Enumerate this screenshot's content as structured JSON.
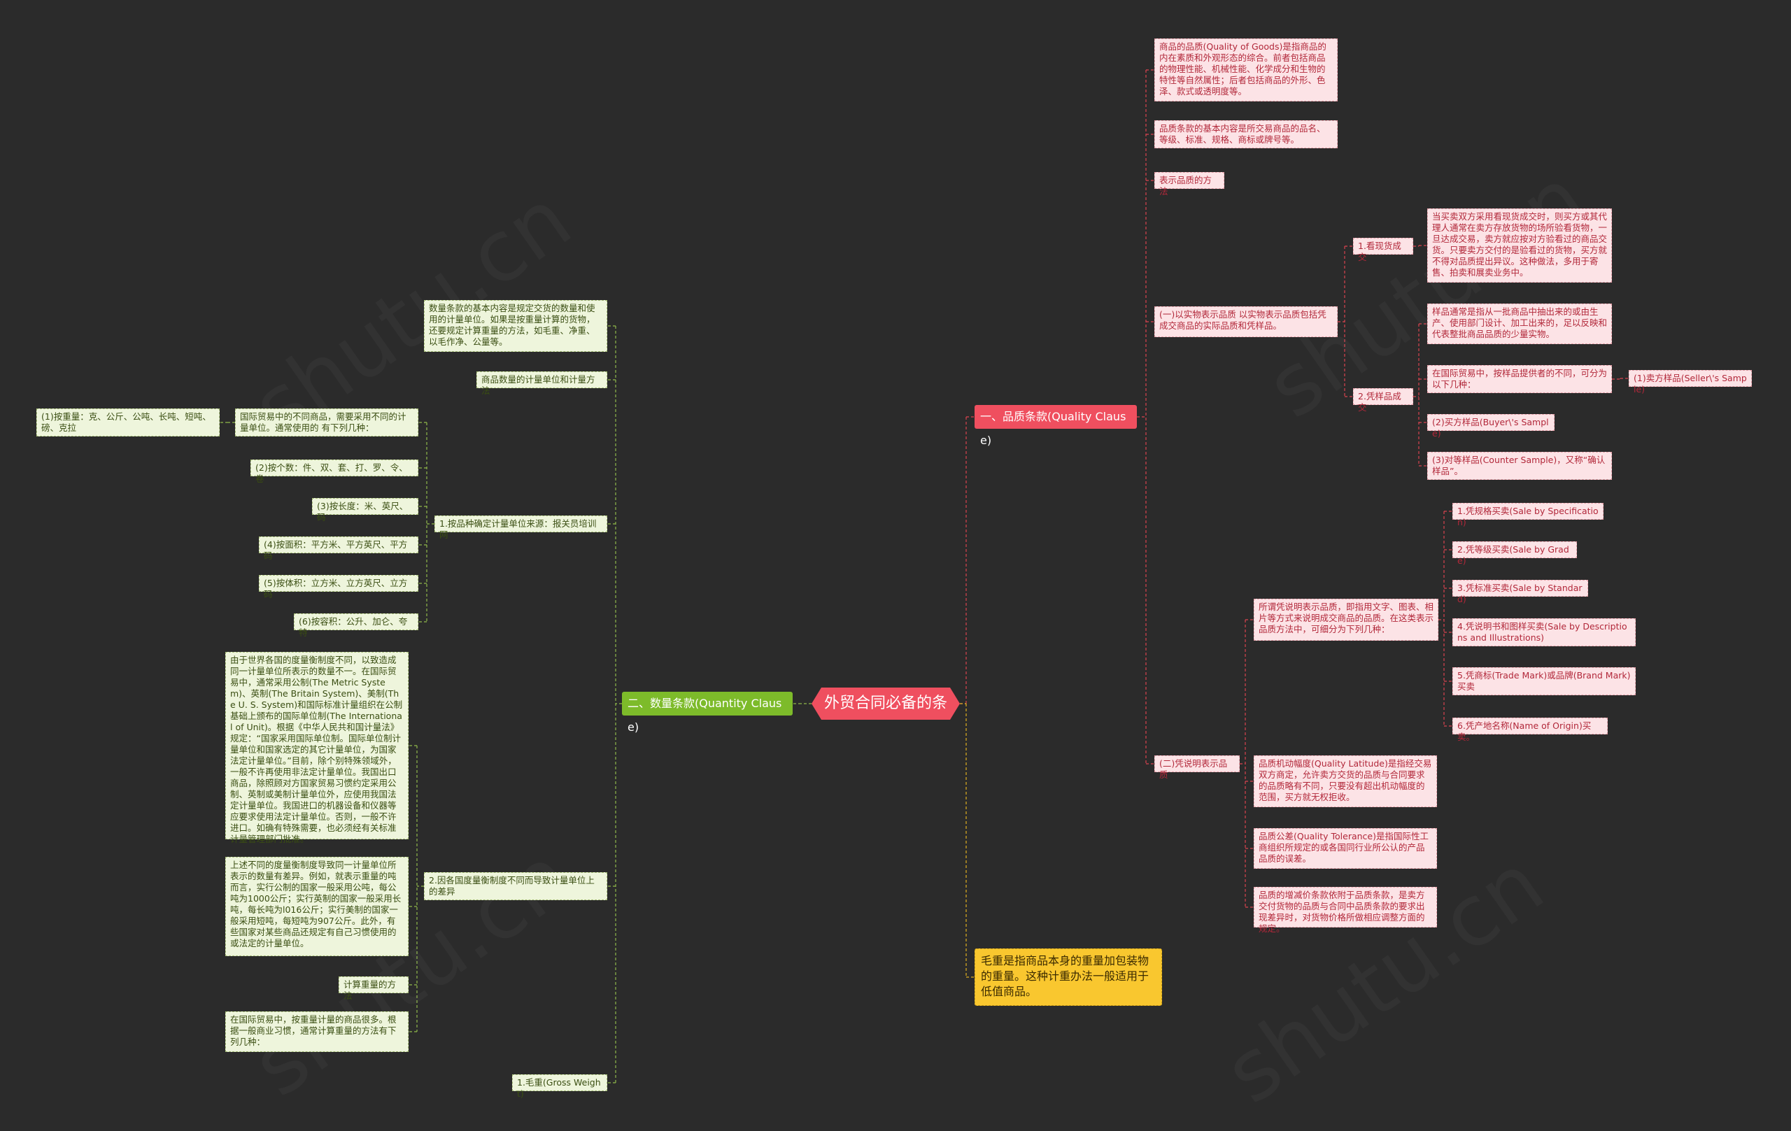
{
  "root": {
    "label": "外贸合同必备的条款"
  },
  "quality": {
    "label": "一、品质条款(Quality Clause)",
    "definition": "商品的品质(Quality of Goods)是指商品的内在素质和外观形态的综合。前者包括商品的物理性能、机械性能、化学成分和生物的特性等自然属性；后者包括商品的外形、色泽、款式或透明度等。",
    "basic_content": "品质条款的基本内容是所交易商品的品名、等级、标准、规格、商标或牌号等。",
    "methods": "表示品质的方法",
    "by_sample": {
      "label": "(一)以实物表示品质 以实物表示品质包括凭成交商品的实际品质和凭样品。",
      "inspection": {
        "label": "1.看现货成交",
        "detail": "当买卖双方采用看现货成交时，则买方或其代理人通常在卖方存放货物的场所验看货物，一旦达成交易，卖方就应按对方验看过的商品交货。只要卖方交付的是验看过的货物，买方就不得对品质提出异议。这种做法，多用于寄售、拍卖和展卖业务中。"
      },
      "sample": {
        "label": "2.凭样品成交",
        "definition": "样品通常是指从一批商品中抽出来的或由生产、使用部门设计、加工出来的，足以反映和代表整批商品品质的少量实物。",
        "kinds": "在国际贸易中，按样品提供者的不同，可分为以下几种：",
        "seller": "(1)卖方样品(Seller\\'s Sample)",
        "buyer": "(2)买方样品(Buyer\\'s Sample)",
        "counter": "(3)对等样品(Counter Sample)，又称“确认样品”。"
      }
    },
    "by_description": {
      "label": "(二)凭说明表示品质",
      "intro": "所谓凭说明表示品质，即指用文字、图表、相片等方式来说明成交商品的品质。在这类表示品质方法中，可细分为下列几种：",
      "items": [
        "1.凭规格买卖(Sale by Specification)",
        "2.凭等级买卖(Sale by Grade)",
        "3.凭标准买卖(Sale by Standard)",
        "4.凭说明书和图样买卖(Sale by Descriptions and Illustrations)",
        "5.凭商标(Trade Mark)或品牌(Brand Mark)买卖",
        "6.凭产地名称(Name of Origin)买卖。"
      ],
      "latitude": "品质机动幅度(Quality Latitude)是指经交易双方商定，允许卖方交货的品质与合同要求的品质略有不同，只要没有超出机动幅度的范围，买方就无权拒收。",
      "tolerance": "品质公差(Quality Tolerance)是指国际性工商组织所规定的或各国同行业所公认的产品品质的误差。",
      "price_clause": "品质的增减价条款依附于品质条款，是卖方交付货物的品质与合同中品质条款的要求出现差异时，对货物价格所做相应调整方面的规定。"
    }
  },
  "quantity": {
    "label": "二、数量条款(Quantity Clause)",
    "basic_content": "数量条款的基本内容是规定交货的数量和使用的计量单位。如果是按重量计算的货物，还要规定计算重量的方法，如毛重、净重、以毛作净、公量等。",
    "units_title": "商品数量的计量单位和计量方法",
    "units": {
      "label": "1.按品种确定计量单位来源：报关员培训网",
      "intro": "国际贸易中的不同商品，需要采用不同的计量单位。通常使用的 有下列几种：",
      "weight": "(1)按重量：克、公斤、公吨、长吨、短吨、磅、克拉",
      "count": "(2)按个数：件、双、套、打、罗、令、卷",
      "length": "(3)按长度：米、英尺、码",
      "area": "(4)按面积：平方米、平方英尺、平方码",
      "volume": "(5)按体积：立方米、立方英尺、立方码",
      "capacity": "(6)按容积：公升、加仑、夸特"
    },
    "systems": {
      "label": "2.因各国度量衡制度不同而导致计量单位上的差异",
      "detail1": "由于世界各国的度量衡制度不同，以致造成同一计量单位所表示的数量不一。在国际贸易中，通常采用公制(The Metric System)、英制(The Britain System)、美制(The U. S. System)和国际标准计量组织在公制基础上颁布的国际单位制(The International of Unit)。根据《中华人民共和国计量法》规定：“国家采用国际单位制。国际单位制计量单位和国家选定的其它计量单位，为国家法定计量单位。”目前，除个别特殊领域外，一般不许再使用非法定计量单位。我国出口商品，除照顾对方国家贸易习惯约定采用公制、英制或美制计量单位外，应使用我国法定计量单位。我国进口的机器设备和仪器等应要求使用法定计量单位。否则，一般不许进口。如确有特殊需要，也必须经有关标准计量管理部门批准。",
      "detail2": "上述不同的度量衡制度导致同一计量单位所表示的数量有差异。例如，就表示重量的吨而言，实行公制的国家一般采用公吨，每公吨为1000公斤；实行英制的国家一般采用长吨，每长吨为l016公斤；实行美制的国家一般采用短吨，每短吨为907公斤。此外，有些国家对某些商品还规定有自己习惯使用的或法定的计量单位。"
    },
    "weight_method": "计算重量的方法",
    "weight_method_detail": "在国际贸易中，按重量计量的商品很多。根据一般商业习惯，通常计算重量的方法有下列几种：",
    "gross": "1.毛重(Gross Weight)"
  },
  "gross_note": "毛重是指商品本身的重量加包装物的重量。这种计重办法一般适用于低值商品。",
  "colors": {
    "background": "#2b2b2b",
    "root": "#ef4f5f",
    "quality": "#ef4f5f",
    "quantity": "#7dbb2a",
    "gross": "#f9c72f"
  }
}
